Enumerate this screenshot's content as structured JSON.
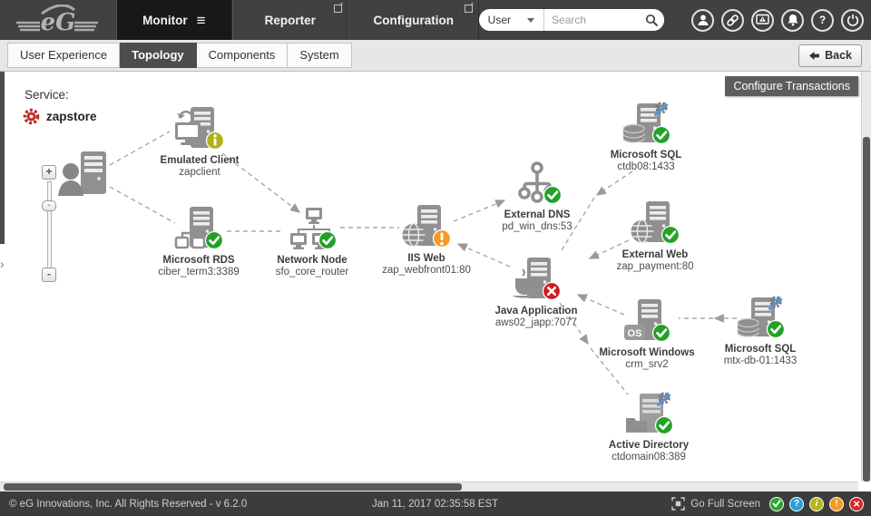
{
  "navbar": {
    "tabs": [
      "Monitor",
      "Reporter",
      "Configuration"
    ],
    "active_tab": "Monitor",
    "search": {
      "category": "User",
      "placeholder": "Search"
    },
    "icon_names": [
      "user-icon",
      "link-icon",
      "screen-alert-icon",
      "alerts-bell-icon",
      "help-icon",
      "power-icon"
    ]
  },
  "subnav": {
    "tabs": [
      "User Experience",
      "Topology",
      "Components",
      "System"
    ],
    "active_tab": "Topology",
    "back_label": "Back"
  },
  "canvas": {
    "configure_button": "Configure Transactions",
    "service_label": "Service:",
    "service_name": "zapstore"
  },
  "nodes": [
    {
      "label": "Emulated Client",
      "sublabel": "zapclient",
      "status": "info"
    },
    {
      "label": "Microsoft RDS",
      "sublabel": "ciber_term3:3389",
      "status": "ok"
    },
    {
      "label": "Network Node",
      "sublabel": "sfo_core_router",
      "status": "ok"
    },
    {
      "label": "IIS Web",
      "sublabel": "zap_webfront01:80",
      "status": "warning"
    },
    {
      "label": "External DNS",
      "sublabel": "pd_win_dns:53",
      "status": "ok"
    },
    {
      "label": "Microsoft SQL",
      "sublabel": "ctdb08:1433",
      "status": "ok"
    },
    {
      "label": "External Web",
      "sublabel": "zap_payment:80",
      "status": "ok"
    },
    {
      "label": "Java Application",
      "sublabel": "aws02_japp:7077",
      "status": "critical"
    },
    {
      "label": "Microsoft Windows",
      "sublabel": "crm_srv2",
      "status": "ok"
    },
    {
      "label": "Microsoft SQL",
      "sublabel": "mtx-db-01:1433",
      "status": "ok"
    },
    {
      "label": "Active Directory",
      "sublabel": "ctdomain08:389",
      "status": "ok"
    }
  ],
  "footer": {
    "copyright": "© eG Innovations, Inc. All Rights Reserved - v 6.2.0",
    "timestamp": "Jan 11, 2017 02:35:58 EST",
    "fullscreen_label": "Go Full Screen"
  },
  "status_colors": {
    "ok": "#23a127",
    "warning": "#f59a23",
    "critical": "#cf1d1d",
    "info": "#b1b117",
    "help": "#2f9fd6",
    "service_accent": "#c22a21"
  }
}
